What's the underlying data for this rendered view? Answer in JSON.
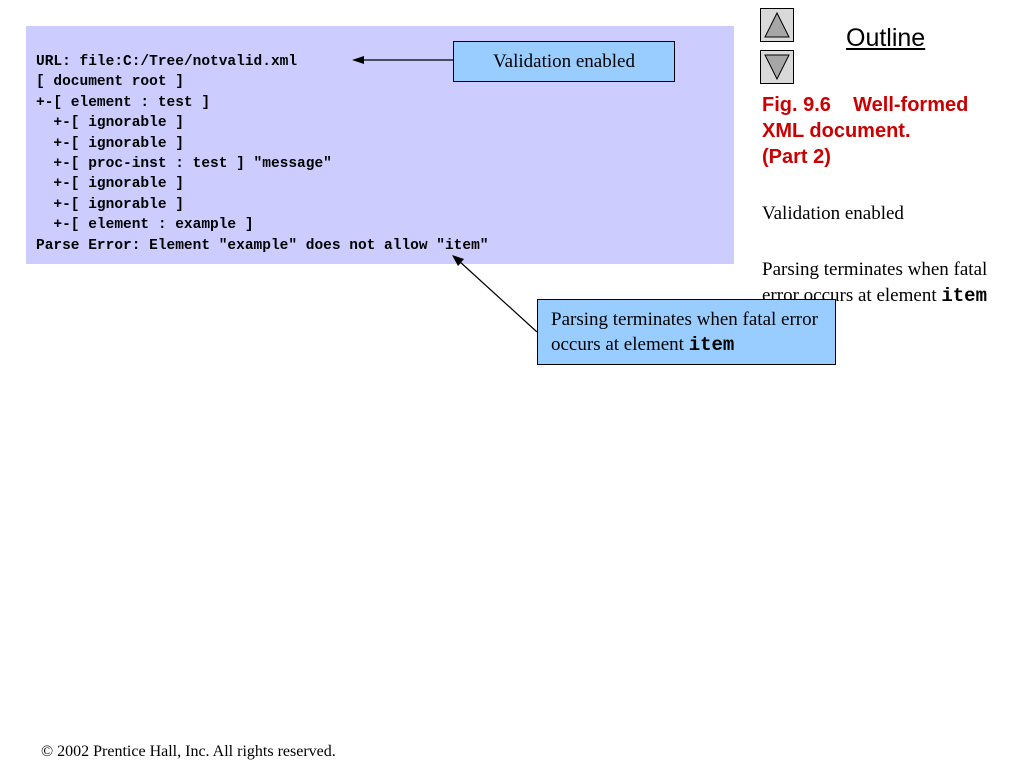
{
  "code_output": {
    "lines": [
      "URL: file:C:/Tree/notvalid.xml",
      "[ document root ]",
      "+-[ element : test ]",
      "  +-[ ignorable ]",
      "  +-[ ignorable ]",
      "  +-[ proc-inst : test ] \"message\"",
      "  +-[ ignorable ]",
      "  +-[ ignorable ]",
      "  +-[ element : example ]",
      "Parse Error: Element \"example\" does not allow \"item\""
    ]
  },
  "callouts": {
    "validation": "Validation enabled",
    "parse_error_prefix": "Parsing terminates when fatal error occurs at element ",
    "parse_error_code": "item"
  },
  "sidebar": {
    "outline_link": "Outline",
    "figure_title_lines": [
      "Fig. 9.6    Well-formed",
      "XML document.",
      "(Part 2)"
    ],
    "note_1": "Validation enabled",
    "note_2_prefix": "Parsing terminates when fatal error occurs at element ",
    "note_2_code": "item"
  },
  "nav": {
    "up_icon": "triangle-up-icon",
    "down_icon": "triangle-down-icon"
  },
  "footer": {
    "copyright": "© 2002 Prentice Hall, Inc.  All rights reserved."
  },
  "colors": {
    "code_background": "#ccccff",
    "callout_background": "#99ccff",
    "figure_title": "#cc0000",
    "nav_button": "#d9d9d9"
  }
}
